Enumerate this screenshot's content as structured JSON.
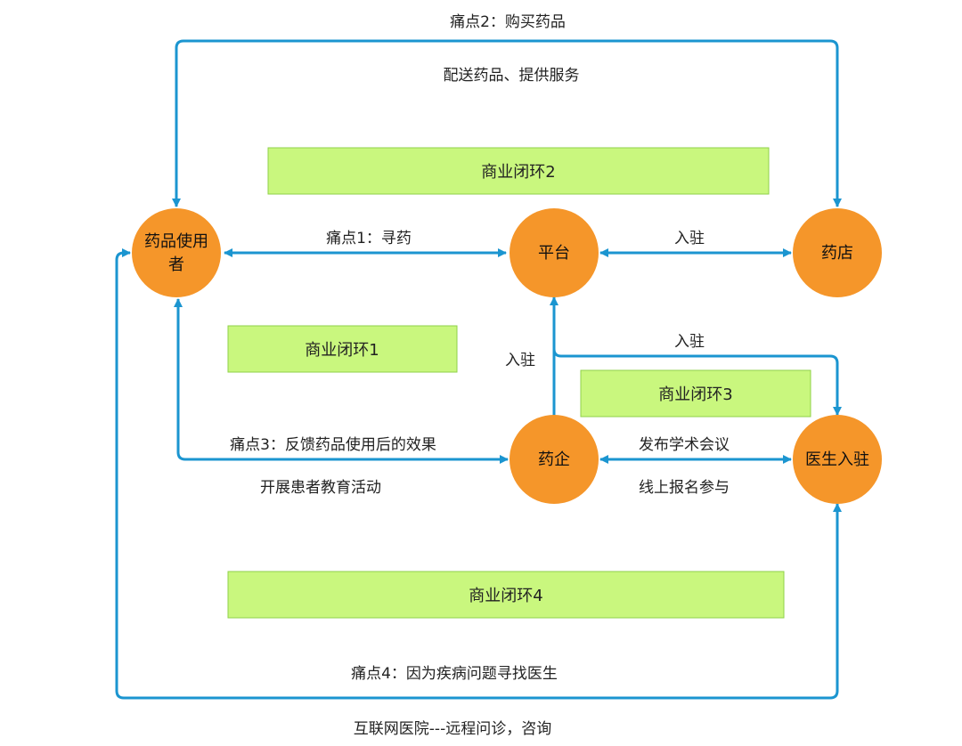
{
  "nodes": {
    "drug_user_line1": "药品使用",
    "drug_user_line2": "者",
    "platform": "平台",
    "pharmacy": "药店",
    "pharma_company": "药企",
    "doctor": "医生入驻"
  },
  "loops": {
    "loop1": "商业闭环1",
    "loop2": "商业闭环2",
    "loop3": "商业闭环3",
    "loop4": "商业闭环4"
  },
  "edge_labels": {
    "pain2": "痛点2：购买药品",
    "deliver": "配送药品、提供服务",
    "pain1": "痛点1：寻药",
    "settle_pharmacy": "入驻",
    "settle_company": "入驻",
    "settle_doctor": "入驻",
    "pain3": "痛点3：反馈药品使用后的效果",
    "education": "开展患者教育活动",
    "conference": "发布学术会议",
    "online_signup": "线上报名参与",
    "pain4": "痛点4：因为疾病问题寻找医生",
    "internet_hospital": "互联网医院---远程问诊，咨询"
  },
  "colors": {
    "node": "#f5962a",
    "loop_box": "#c9f77e",
    "arrow": "#1b95d0"
  }
}
